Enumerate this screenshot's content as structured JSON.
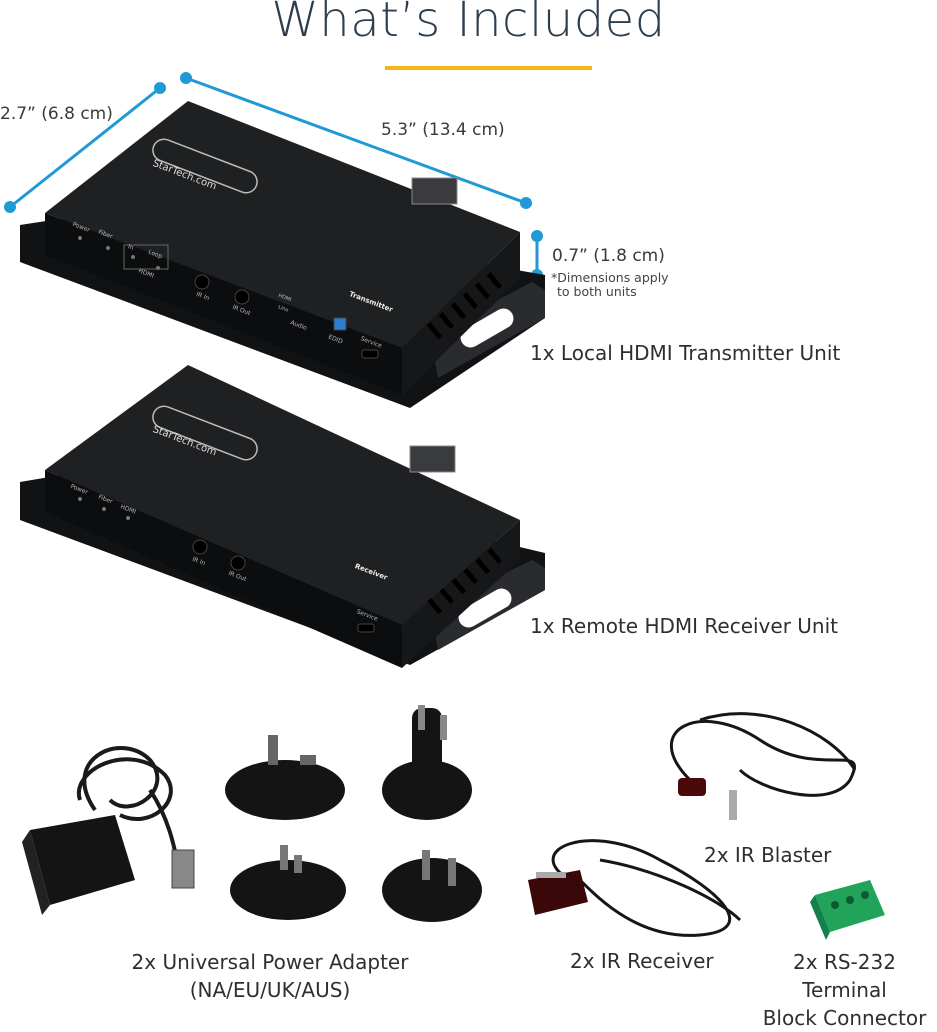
{
  "page": {
    "title": "What’s Included",
    "accent_color": "#f2b619",
    "dimension_color": "#1f9ad6"
  },
  "dimensions": {
    "depth": "2.7” (6.8 cm)",
    "width": "5.3” (13.4 cm)",
    "height": "0.7” (1.8 cm)",
    "note_line1": "*Dimensions apply",
    "note_line2": "to both units"
  },
  "transmitter": {
    "caption": "1x Local HDMI Transmitter Unit",
    "brand": "StarTech.com",
    "model_label": "Transmitter",
    "port_labels": {
      "power": "Power",
      "fiber": "Fiber",
      "in": "In",
      "loop": "Loop",
      "hdmi": "HDMI",
      "ir_in": "IR In",
      "ir_out": "IR Out",
      "hdmi_sw": "HDMI",
      "line_sw": "Line",
      "audio": "Audio",
      "edid": "EDID",
      "service": "Service"
    }
  },
  "receiver": {
    "caption": "1x Remote HDMI Receiver Unit",
    "brand": "StarTech.com",
    "model_label": "Receiver",
    "port_labels": {
      "power": "Power",
      "fiber": "Fiber",
      "hdmi": "HDMI",
      "ir_in": "IR In",
      "ir_out": "IR Out",
      "service": "Service"
    }
  },
  "accessories": {
    "power_adapter_line1": "2x Universal Power Adapter",
    "power_adapter_line2": "(NA/EU/UK/AUS)",
    "ir_blaster": "2x IR Blaster",
    "ir_receiver": "2x IR Receiver",
    "terminal_line1": "2x RS-232 Terminal",
    "terminal_line2": "Block Connector"
  }
}
